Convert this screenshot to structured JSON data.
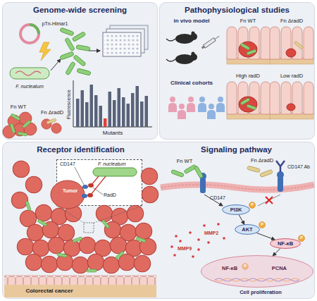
{
  "diagram": {
    "nodes": [
      {
        "text": [
          "Genome-wide screening"
        ]
      },
      {
        "text": [
          "Pathophysiological studies"
        ]
      },
      {
        "text": [
          "Receptor identification",
          "Signaling pathway"
        ]
      },
      {
        "text": [
          "CD147",
          "F. nucleatum",
          "Tumor",
          "RadD"
        ],
        "in": 2
      },
      {
        "text": [
          "PI3K"
        ],
        "in": 2
      },
      {
        "text": [
          "AKT"
        ],
        "in": 2
      },
      {
        "text": [
          "NF-κB"
        ],
        "in": 2
      },
      {
        "text": [
          "NF-κB",
          "PCNA"
        ],
        "in": 2
      }
    ],
    "edges": [
      {
        "from": 4,
        "to": 5,
        "arrow": "to"
      },
      {
        "from": 5,
        "to": 6,
        "arrow": "to"
      },
      {
        "from": 6,
        "to": 7,
        "arrow": "to"
      }
    ],
    "labels": [
      "pTn-Himar1",
      "F. nucleatum",
      "Mutants",
      "Fluorescence",
      "Fn WT",
      "Fn ΔradD",
      "in vivo model",
      "Clinical cohorts",
      "Fn WT",
      "Fn ΔradD",
      "High radD",
      "Low radD",
      "Colorectal cancer",
      "Fn WT",
      "Fn ΔradD",
      "CD147 Ab",
      "CD147",
      "P",
      "P",
      "P",
      "P",
      "MMP9",
      "MMP2",
      "Cell proliferation"
    ]
  }
}
